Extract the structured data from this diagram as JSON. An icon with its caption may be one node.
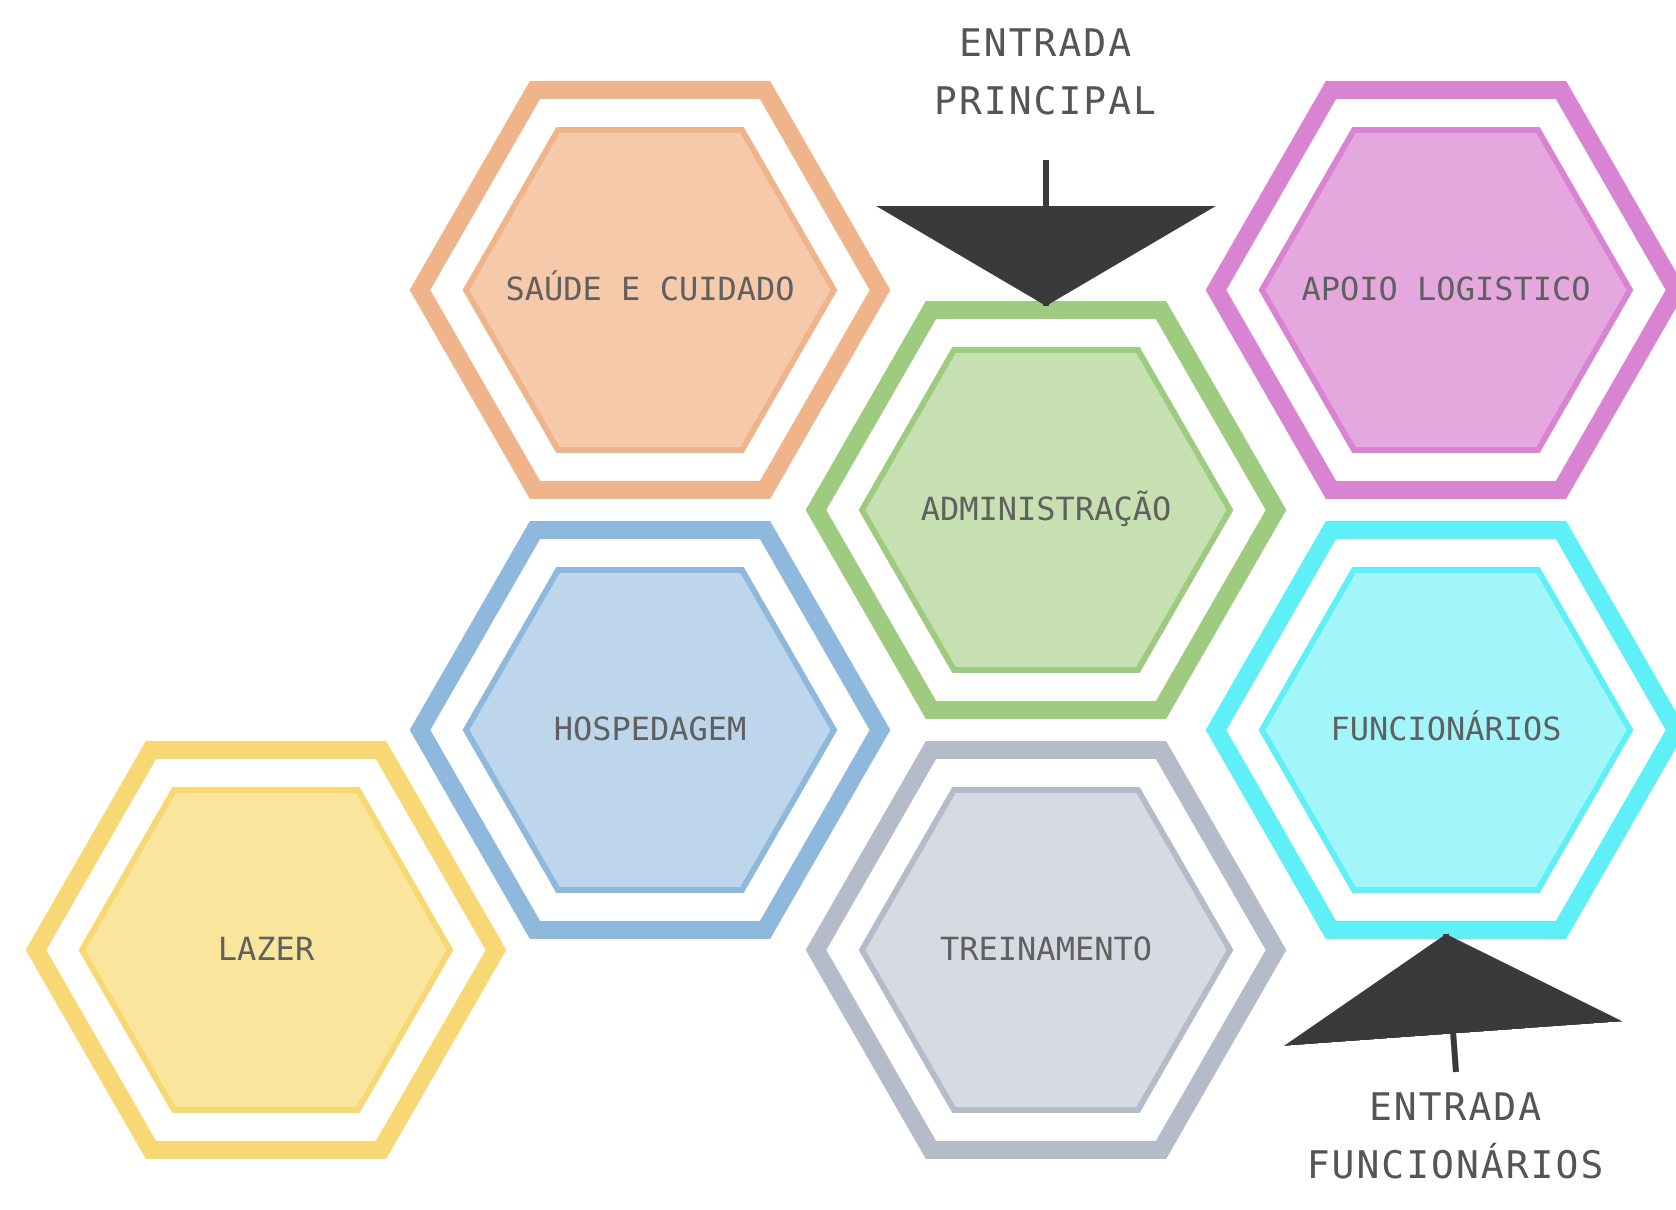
{
  "diagram": {
    "nodes": [
      {
        "text": [
          "ENTRADA PRINCIPAL"
        ]
      },
      {
        "text": [
          "SAÚDE E CUIDADO"
        ]
      },
      {
        "text": [
          "APOIO LOGISTICO"
        ]
      },
      {
        "text": [
          "ADMINISTRAÇÃO"
        ]
      },
      {
        "text": [
          "HOSPEDAGEM"
        ]
      },
      {
        "text": [
          "FUNCIONÁRIOS"
        ]
      },
      {
        "text": [
          "LAZER"
        ]
      },
      {
        "text": [
          "TREINAMENTO"
        ]
      },
      {
        "text": [
          "ENTRADA FUNCIONÁRIOS"
        ]
      }
    ],
    "edges": [
      {
        "from": 0,
        "to": 3,
        "arrow": "to"
      },
      {
        "from": 8,
        "to": 5,
        "arrow": "to"
      }
    ]
  }
}
